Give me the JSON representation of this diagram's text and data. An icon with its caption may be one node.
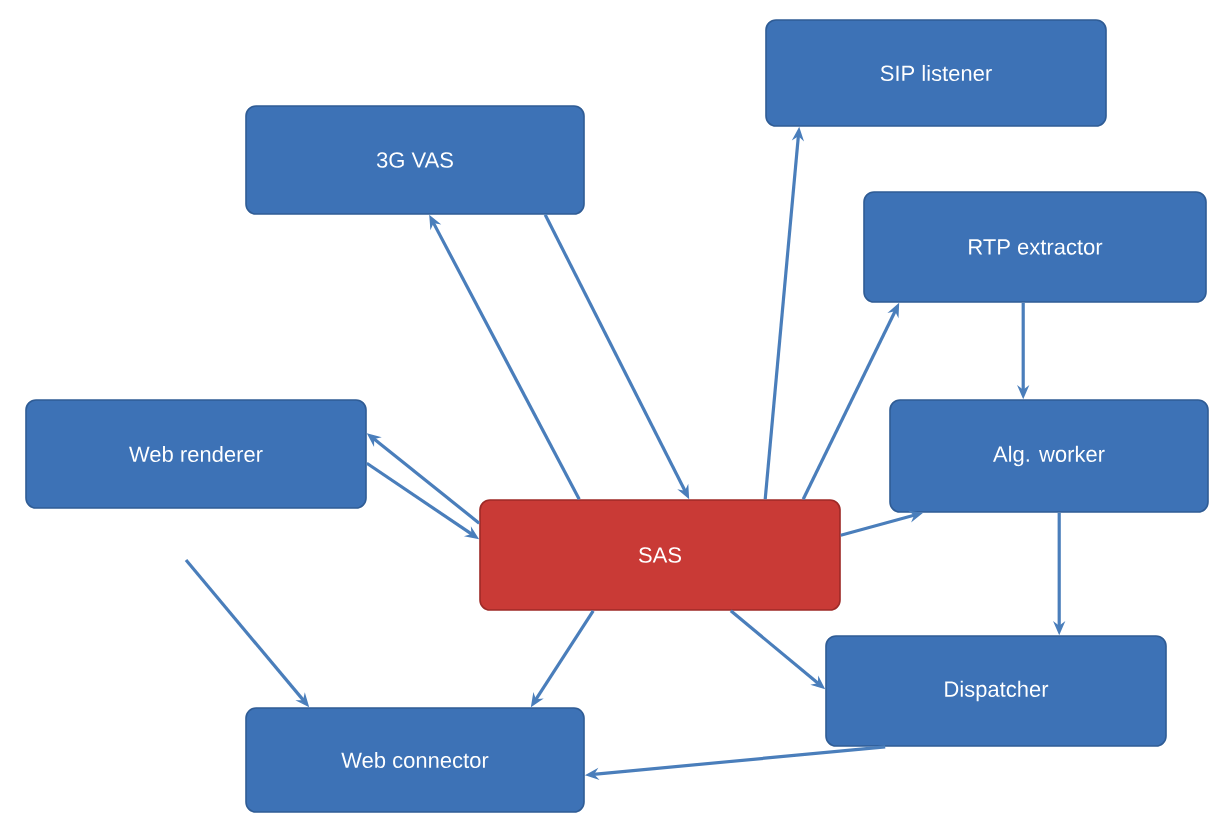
{
  "diagram": {
    "nodes": [
      {
        "text": [
          "SIP listener"
        ]
      },
      {
        "text": [
          "3G VAS"
        ]
      },
      {
        "text": [
          "RTP extractor"
        ]
      },
      {
        "text": [
          "Web renderer"
        ]
      },
      {
        "text": [
          "Alg. worker"
        ]
      },
      {
        "text": [
          "SAS"
        ]
      },
      {
        "text": [
          "Dispatcher"
        ]
      },
      {
        "text": [
          "Web connector"
        ]
      }
    ],
    "edges": [
      {
        "from": 5,
        "to": 0,
        "arrow": "to"
      },
      {
        "from": 5,
        "to": 1,
        "arrow": "to"
      },
      {
        "from": 1,
        "to": 5,
        "arrow": "to"
      },
      {
        "from": 5,
        "to": 2,
        "arrow": "to"
      },
      {
        "from": 2,
        "to": 4,
        "arrow": "to"
      },
      {
        "from": 5,
        "to": 4,
        "arrow": "to"
      },
      {
        "from": 4,
        "to": 6,
        "arrow": "to"
      },
      {
        "from": 5,
        "to": 6,
        "arrow": "to"
      },
      {
        "from": 5,
        "to": 7,
        "arrow": "to"
      },
      {
        "from": 6,
        "to": 7,
        "arrow": "to"
      },
      {
        "from": 5,
        "to": 3,
        "arrow": "to"
      },
      {
        "from": 3,
        "to": 5,
        "arrow": "to"
      },
      {
        "from": null,
        "to": 7,
        "arrow": "to"
      }
    ]
  }
}
